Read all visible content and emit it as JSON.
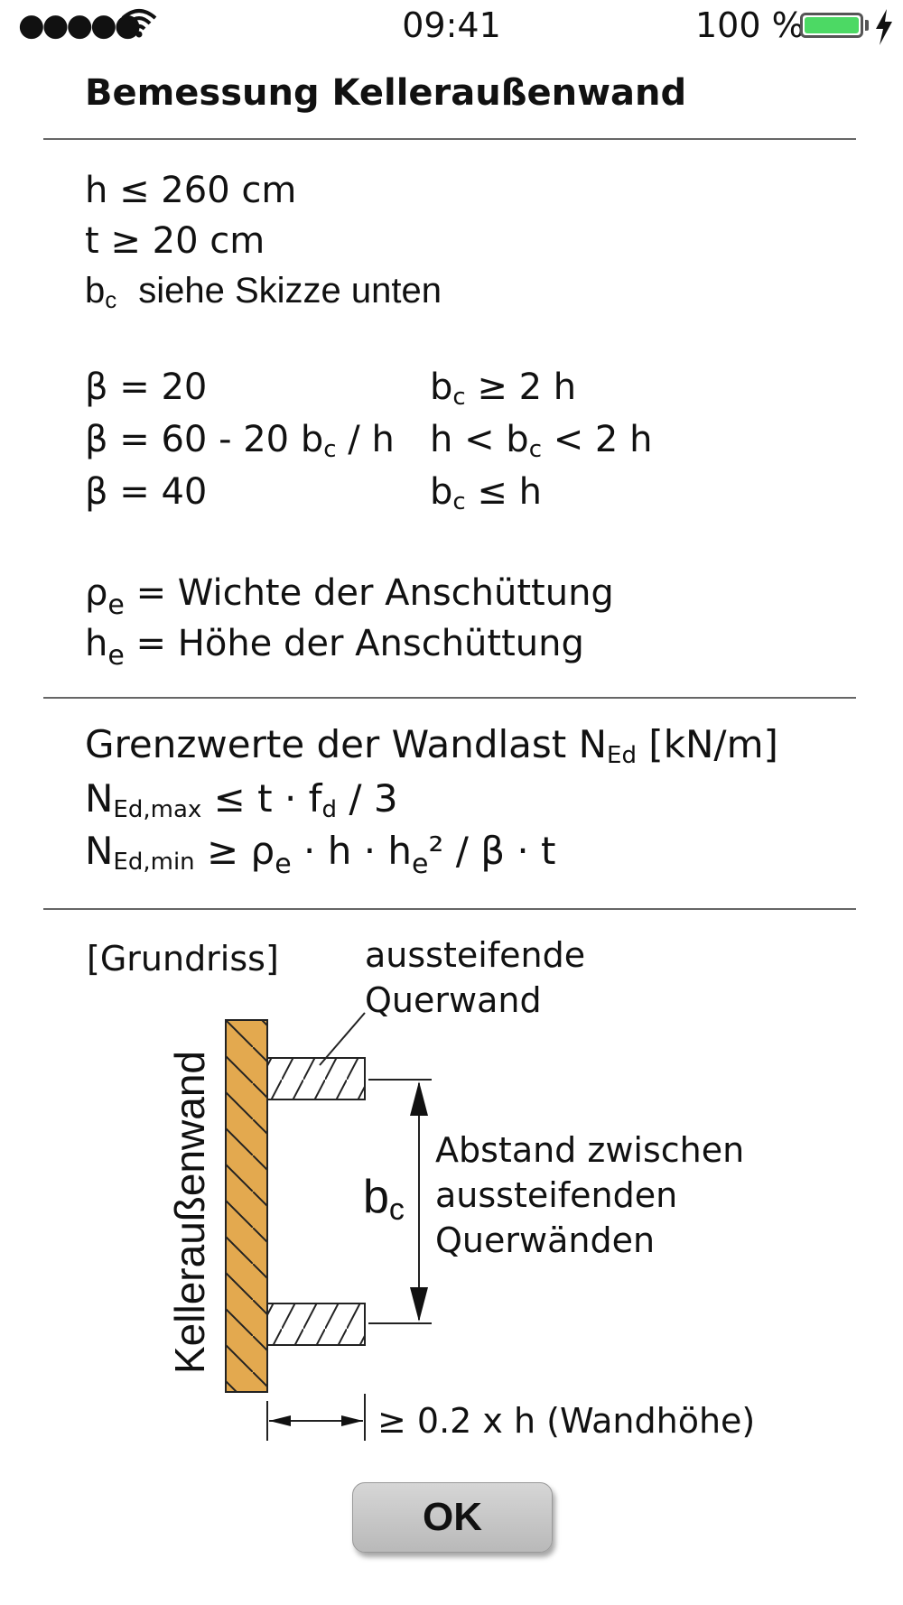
{
  "status_bar": {
    "signal": "●●●●●",
    "time": "09:41",
    "battery_percent": "100 %",
    "battery_level": 1.0,
    "battery_color": "#4cd964",
    "charging_icon": "lightning-bolt-icon"
  },
  "title": "Bemessung Kelleraußenwand",
  "conditions": {
    "line1": "h ≤ 260 cm",
    "line2": "t ≥ 20 cm",
    "line3_var": "b",
    "line3_sub": "c",
    "line3_text": "siehe Skizze unten"
  },
  "beta": {
    "r1_left": "β = 20",
    "r1_right_b": "b",
    "r1_right_sub": "c",
    "r1_right_rest": " ≥ 2 h",
    "r2_left_a": "β = 60 - 20 b",
    "r2_left_sub": "c",
    "r2_left_rest": " / h",
    "r2_right_a": "h < b",
    "r2_right_sub": "c",
    "r2_right_rest": " < 2 h",
    "r3_left": "β = 40",
    "r3_right_b": "b",
    "r3_right_sub": "c",
    "r3_right_rest": " ≤  h"
  },
  "defs": {
    "rho": "ρ",
    "rho_sub": "e",
    "rho_text": " = Wichte der Anschüttung",
    "h": "h",
    "h_sub": "e",
    "h_text": " = Höhe der Anschüttung"
  },
  "limits": {
    "heading": "Grenzwerte der Wandlast  N",
    "heading_sub": "Ed",
    "heading_unit": "  [kN/m]",
    "max_n": "N",
    "max_sub": "Ed,max",
    "max_rest": " ≤  t · f",
    "max_fsub": "d",
    "max_end": " / 3",
    "min_n": "N",
    "min_sub": "Ed,min",
    "min_rest": " ≥  ρ",
    "min_rsub": "e",
    "min_mid": " · h · h",
    "min_hsub": "e",
    "min_end": "² / β · t"
  },
  "diagram": {
    "plan_label": "[Grundriss]",
    "wall_label": "Kelleraußenwand",
    "crosswall_label_1": "aussteifende",
    "crosswall_label_2": "Querwand",
    "bc_var": "b",
    "bc_sub": "c",
    "spacing_1": "Abstand zwischen",
    "spacing_2": "aussteifenden",
    "spacing_3": "Querwänden",
    "min_depth": "≥ 0.2 x h (Wandhöhe)",
    "wall_color": "#e3a94f"
  },
  "ok_label": "OK"
}
